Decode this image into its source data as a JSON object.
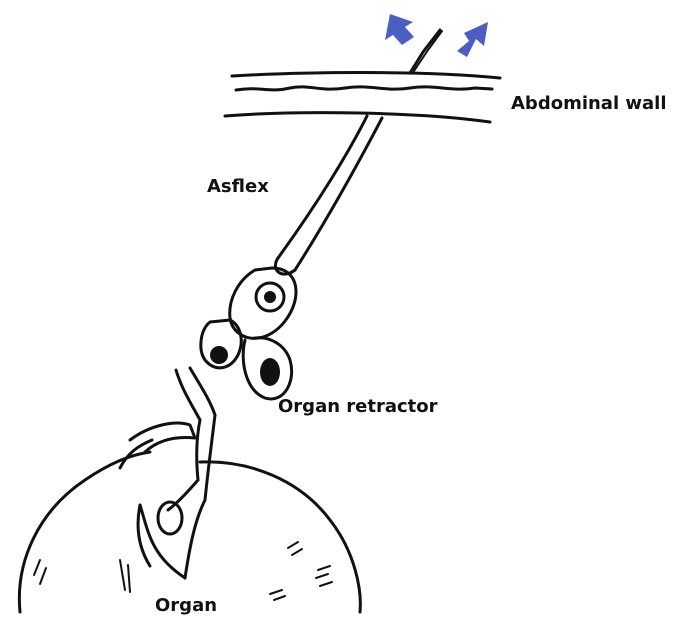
{
  "labels": {
    "abdominal_wall": "Abdominal wall",
    "asflex": "Asflex",
    "organ_retractor": "Organ retractor",
    "organ": "Organ"
  },
  "colors": {
    "arrow": "#4a5fc1",
    "ink": "#111111"
  },
  "icons": {
    "left_arrow": "up-left-arrow-icon",
    "right_arrow": "up-right-arrow-icon"
  }
}
